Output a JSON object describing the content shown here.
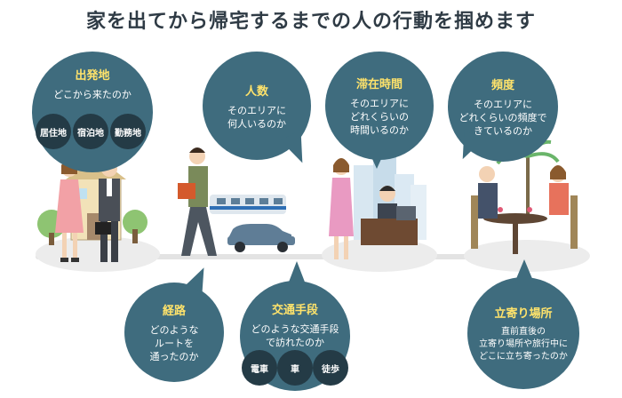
{
  "title": "家を出てから帰宅するまでの人の行動を掴めます",
  "bubbles": {
    "origin": {
      "title": "出発地",
      "desc": "どこから来たのか"
    },
    "count": {
      "title": "人数",
      "desc": "そのエリアに\n何人いるのか"
    },
    "stay": {
      "title": "滞在時間",
      "desc": "そのエリアに\nどれくらいの\n時間いるのか"
    },
    "freq": {
      "title": "頻度",
      "desc": "そのエリアに\nどれくらいの頻度で\nきているのか"
    },
    "route": {
      "title": "経路",
      "desc": "どのような\nルートを\n通ったのか"
    },
    "transport": {
      "title": "交通手段",
      "desc": "どのような交通手段\nで訪れたのか"
    },
    "stopover": {
      "title": "立寄り場所",
      "desc": "直前直後の\n立寄り場所や旅行中に\nどこに立ち寄ったのか"
    }
  },
  "chips": {
    "origin": [
      "居住地",
      "宿泊地",
      "勤務地"
    ],
    "transport": [
      "電車",
      "車",
      "徒歩"
    ]
  },
  "colors": {
    "bubble": "#3f6c7e",
    "chip": "#243b46",
    "title_accent": "#ffe36b",
    "heading": "#2f3b45"
  }
}
